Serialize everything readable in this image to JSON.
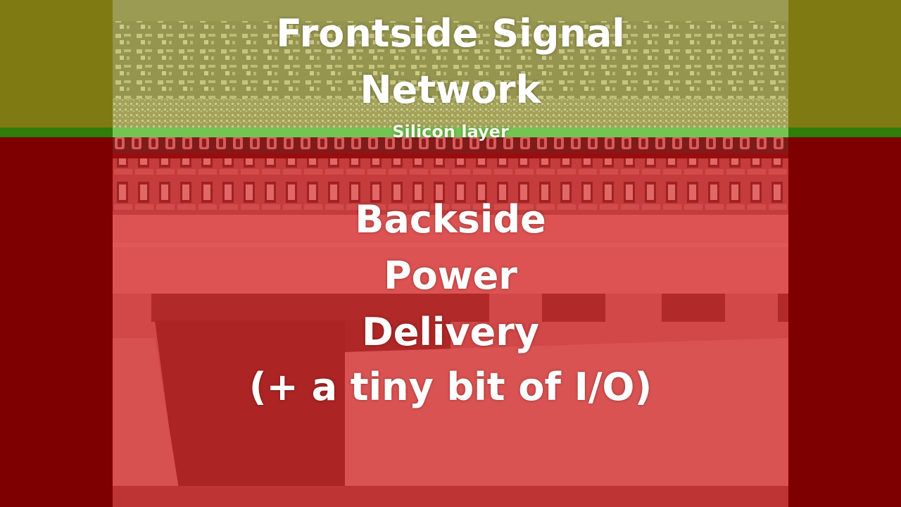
{
  "labels": {
    "frontside_line1": "Frontside Signal",
    "frontside_line2": "Network",
    "silicon": "Silicon layer",
    "backside_line1": "Backside",
    "backside_line2": "Power",
    "backside_line3": "Delivery",
    "backside_line4": "(+ a tiny bit of I/O)"
  },
  "colors": {
    "frontside_region": "#7f7b12",
    "silicon_region": "#2f7d0a",
    "backside_region": "#7e0000",
    "text": "#ffffff"
  }
}
